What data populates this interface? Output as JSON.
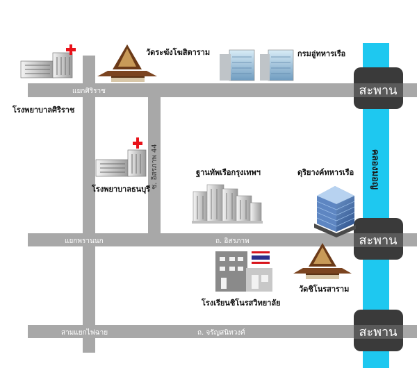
{
  "roads": {
    "top": "แยกศิริราช",
    "vertical_44": "ซ. อิสรภาพ 44",
    "middle_left": "แยกพรานนก",
    "middle": "ถ. อิสรภาพ",
    "bottom_left": "สามแยกไฟฉาย",
    "bottom": "ถ. จรัญสนิทวงศ์"
  },
  "canal": {
    "name": "คลองมอญ"
  },
  "bridges": [
    "สะพาน",
    "สะพาน",
    "สะพาน"
  ],
  "places": {
    "siriraj_hospital": "โรงพยาบาลศิริราช",
    "wat_rakhang": "วัดระฆังโฆสิตาราม",
    "naval_department": "กรมอู่ทหารเรือ",
    "thonburi_hospital": "โรงพยาบาลธนบุรี",
    "bangkok_naval_base": "ฐานทัพเรือกรุงเทพฯ",
    "naval_auditor": "ดุริยางค์ทหารเรือ",
    "school": "โรงเรียนชิโนรสวิทยาลัย",
    "wat_chinorot": "วัดชิโนรสาราม"
  },
  "colors": {
    "road": "#a8a8a8",
    "canal": "#1ec8f0",
    "bridge": "#3a3a3a",
    "red_cross": "#e8121a"
  }
}
